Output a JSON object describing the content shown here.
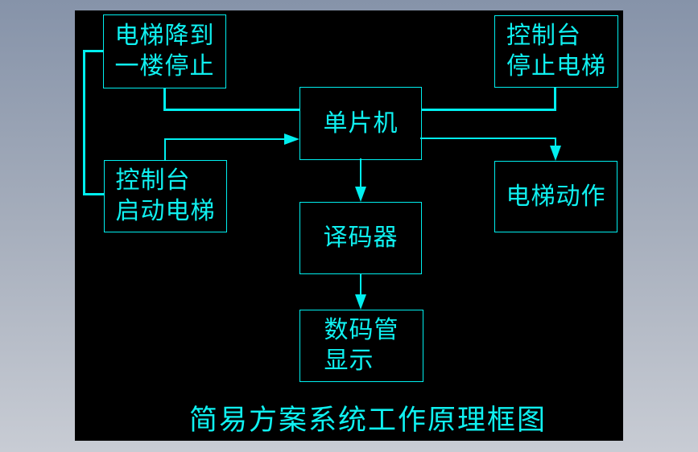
{
  "window": {
    "frame_gradient_top": "#8693a9",
    "frame_gradient_bottom": "#c8ccd4",
    "canvas_background": "#000000"
  },
  "diagram": {
    "accent_color": "#00efef",
    "title": "简易方案系统工作原理框图",
    "nodes": {
      "elevator_descend_stop": {
        "lines": [
          "电梯降到",
          "一楼停止"
        ]
      },
      "console_stop_elevator": {
        "lines": [
          "控制台",
          "停止电梯"
        ]
      },
      "mcu": {
        "lines": [
          "单片机"
        ]
      },
      "console_start_elevator": {
        "lines": [
          "控制台",
          "启动电梯"
        ]
      },
      "elevator_action": {
        "lines": [
          "电梯动作"
        ]
      },
      "decoder": {
        "lines": [
          "译码器"
        ]
      },
      "digit_tube_display": {
        "lines": [
          "数码管",
          "显示"
        ]
      }
    },
    "edges": [
      {
        "from": "elevator_descend_stop",
        "to": "console_start_elevator",
        "style": "thick",
        "arrow": false
      },
      {
        "from": "elevator_descend_stop",
        "to": "mcu",
        "style": "thick",
        "arrow": false
      },
      {
        "from": "console_stop_elevator",
        "to": "mcu",
        "style": "thick",
        "arrow": false
      },
      {
        "from": "console_start_elevator",
        "to": "mcu",
        "style": "thin",
        "arrow": true
      },
      {
        "from": "mcu",
        "to": "elevator_action",
        "style": "thin",
        "arrow": true
      },
      {
        "from": "mcu",
        "to": "decoder",
        "style": "thin",
        "arrow": true
      },
      {
        "from": "decoder",
        "to": "digit_tube_display",
        "style": "thin",
        "arrow": true
      }
    ]
  }
}
